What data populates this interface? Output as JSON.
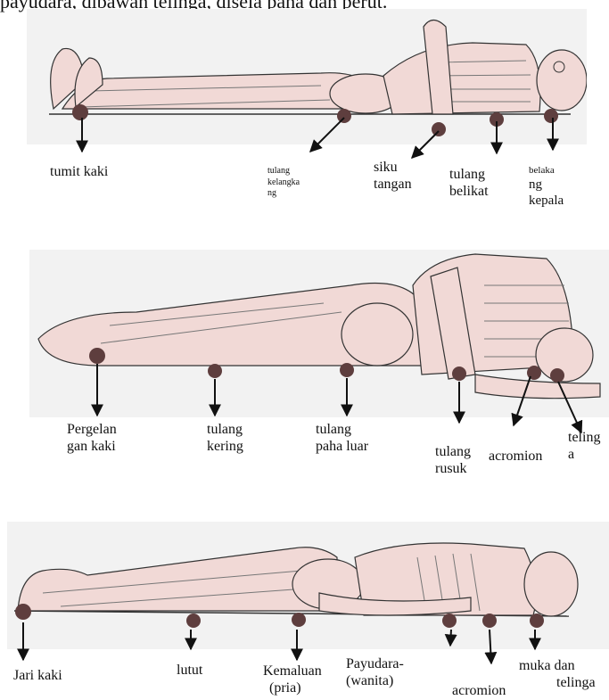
{
  "header": {
    "partial_text": "payudara, dibawah telinga, disela paha dan perut."
  },
  "panel1": {
    "position": "supine",
    "labels": {
      "heel": "tumit kaki",
      "sacrum": [
        "tulang",
        "kelangka",
        "ng"
      ],
      "elbow": [
        "siku",
        "tangan"
      ],
      "scapula": [
        "tulang",
        "belikat"
      ],
      "occiput": [
        "belaka",
        "ng",
        "kepala"
      ]
    }
  },
  "panel2": {
    "position": "lateral",
    "labels": {
      "ankle": [
        "Pergelan",
        "gan kaki"
      ],
      "knee": [
        "tulang",
        "kering"
      ],
      "hip": [
        "tulang",
        "paha luar"
      ],
      "ribs": [
        "tulang",
        "rusuk"
      ],
      "acromion": "acromion",
      "ear": [
        "teling",
        "a"
      ]
    }
  },
  "panel3": {
    "position": "prone",
    "labels": {
      "toes": "Jari kaki",
      "knee": "lutut",
      "genitals": [
        "Kemaluan",
        "(pria)"
      ],
      "breast": [
        "Payudara-",
        "(wanita)"
      ],
      "acromion": "acromion",
      "face_ear": [
        "muka dan",
        "telinga"
      ]
    }
  },
  "colors": {
    "body_fill": "#f1d9d6",
    "panel_bg": "#f2f2f2",
    "pressure_point": "#5e3e3e",
    "line": "#333333"
  }
}
